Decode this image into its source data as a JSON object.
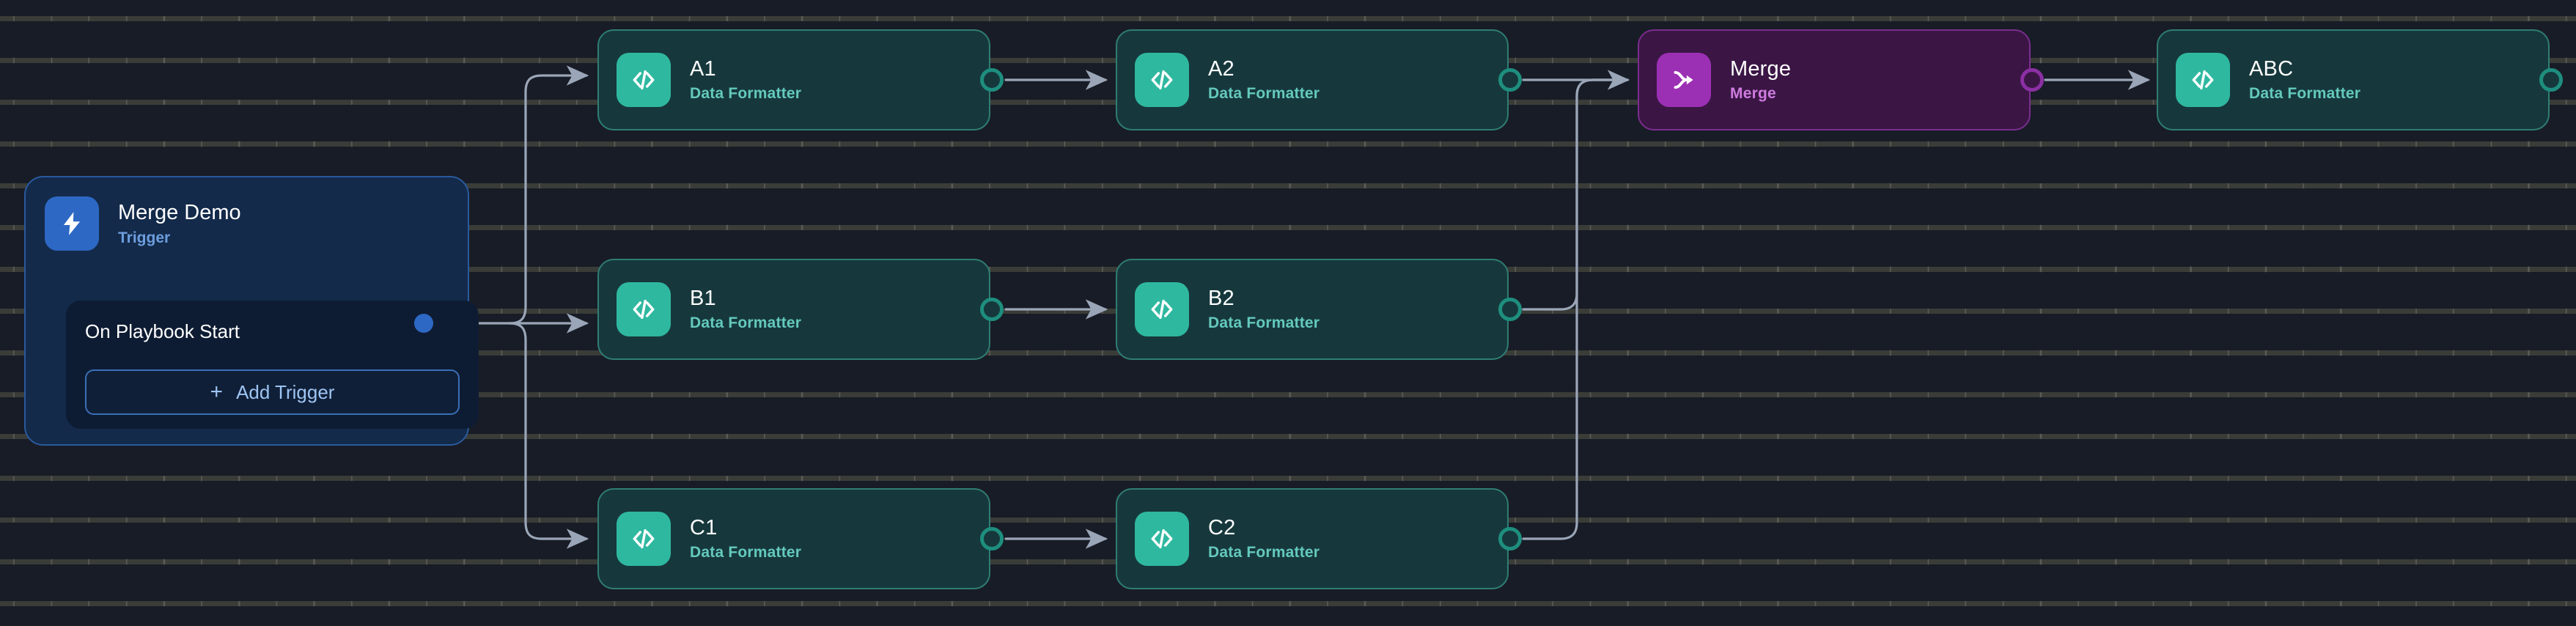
{
  "canvas": {
    "background_color": "#181c26",
    "grid": "dot-grid"
  },
  "trigger": {
    "title": "Merge Demo",
    "subtitle": "Trigger",
    "icon": "lightning-bolt-icon",
    "accent_color": "#2d68c4",
    "event_label": "On Playbook Start",
    "add_button": {
      "plus": "+",
      "label": "Add Trigger"
    }
  },
  "nodes": [
    {
      "id": "A1",
      "title": "A1",
      "subtitle": "Data Formatter",
      "icon": "code-icon",
      "kind": "action",
      "accent_color": "#2fb8a0"
    },
    {
      "id": "A2",
      "title": "A2",
      "subtitle": "Data Formatter",
      "icon": "code-icon",
      "kind": "action",
      "accent_color": "#2fb8a0"
    },
    {
      "id": "Merge",
      "title": "Merge",
      "subtitle": "Merge",
      "icon": "merge-icon",
      "kind": "merge",
      "accent_color": "#9c30b4"
    },
    {
      "id": "ABC",
      "title": "ABC",
      "subtitle": "Data Formatter",
      "icon": "code-icon",
      "kind": "action",
      "accent_color": "#2fb8a0"
    },
    {
      "id": "B1",
      "title": "B1",
      "subtitle": "Data Formatter",
      "icon": "code-icon",
      "kind": "action",
      "accent_color": "#2fb8a0"
    },
    {
      "id": "B2",
      "title": "B2",
      "subtitle": "Data Formatter",
      "icon": "code-icon",
      "kind": "action",
      "accent_color": "#2fb8a0"
    },
    {
      "id": "C1",
      "title": "C1",
      "subtitle": "Data Formatter",
      "icon": "code-icon",
      "kind": "action",
      "accent_color": "#2fb8a0"
    },
    {
      "id": "C2",
      "title": "C2",
      "subtitle": "Data Formatter",
      "icon": "code-icon",
      "kind": "action",
      "accent_color": "#2fb8a0"
    }
  ],
  "edges": [
    {
      "from": "trigger",
      "to": "A1"
    },
    {
      "from": "trigger",
      "to": "B1"
    },
    {
      "from": "trigger",
      "to": "C1"
    },
    {
      "from": "A1",
      "to": "A2"
    },
    {
      "from": "B1",
      "to": "B2"
    },
    {
      "from": "C1",
      "to": "C2"
    },
    {
      "from": "A2",
      "to": "Merge"
    },
    {
      "from": "B2",
      "to": "Merge"
    },
    {
      "from": "C2",
      "to": "Merge"
    },
    {
      "from": "Merge",
      "to": "ABC"
    }
  ],
  "colors": {
    "edge": "#9aa6b8",
    "action_fill": "#16383c",
    "action_border": "#2f7d73",
    "merge_fill": "#3b1645",
    "merge_border": "#7a2d8e",
    "trigger_fill": "#132a4a",
    "trigger_border": "#2a5a9e"
  }
}
